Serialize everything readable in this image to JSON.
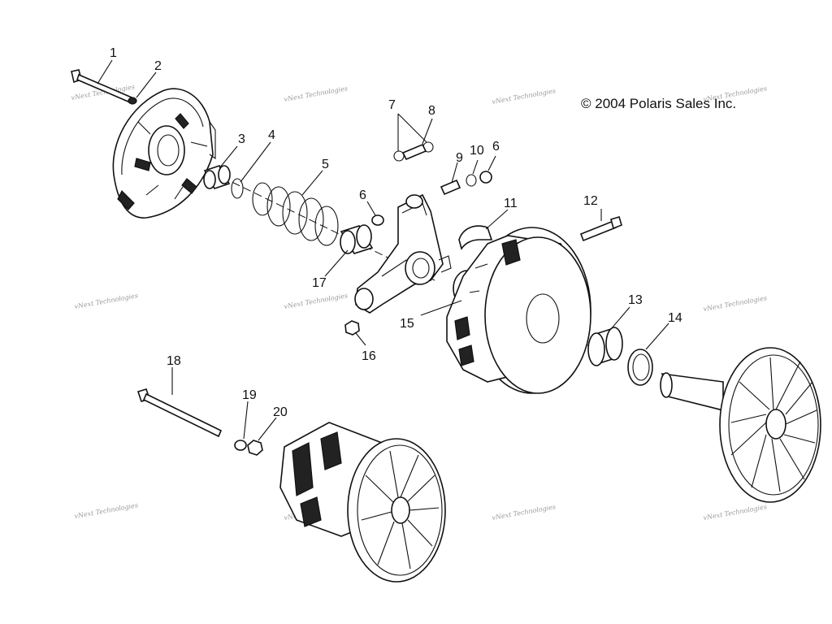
{
  "copyright": "© 2004 Polaris Sales Inc.",
  "watermark": "vNext Technologies",
  "callouts": [
    "1",
    "2",
    "3",
    "4",
    "5",
    "6",
    "7",
    "8",
    "9",
    "10",
    "6",
    "11",
    "12",
    "17",
    "15",
    "16",
    "13",
    "14",
    "18",
    "19",
    "20"
  ]
}
